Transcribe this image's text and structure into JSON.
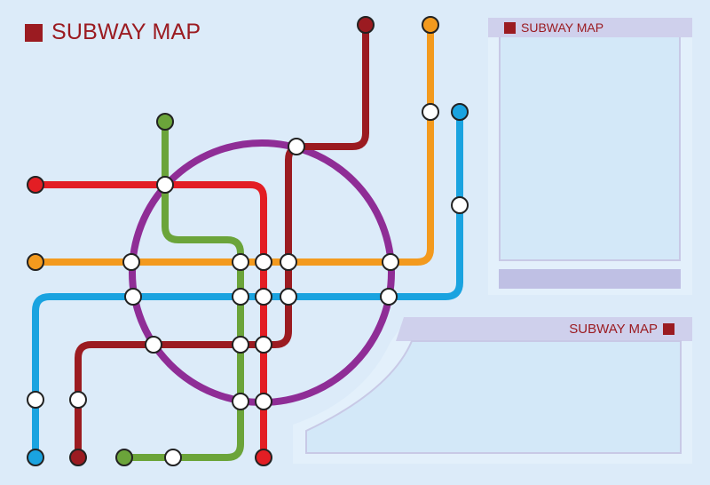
{
  "title": "SUBWAY MAP",
  "panels": {
    "top_right": {
      "label": "SUBWAY MAP"
    },
    "bottom_right": {
      "label": "SUBWAY MAP"
    }
  },
  "colors": {
    "background": "#dcebf9",
    "title": "#9b1b21",
    "panel_header": "#cfd0ec",
    "station_fill": "#ffffff",
    "station_outline": "#222222"
  },
  "lines": [
    {
      "id": "circle",
      "color": "#8f2d96"
    },
    {
      "id": "green",
      "color": "#6ba43a"
    },
    {
      "id": "red",
      "color": "#e31e24"
    },
    {
      "id": "orange",
      "color": "#f39a1e"
    },
    {
      "id": "blue",
      "color": "#1aa3e0"
    },
    {
      "id": "darkred",
      "color": "#9b1b21"
    }
  ]
}
